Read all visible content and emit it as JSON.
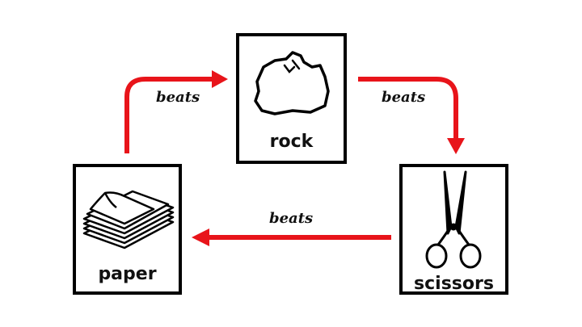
{
  "items": {
    "rock": {
      "label": "rock"
    },
    "paper": {
      "label": "paper"
    },
    "scissors": {
      "label": "scissors"
    }
  },
  "relations": [
    {
      "from": "paper",
      "to": "rock",
      "label": "beats"
    },
    {
      "from": "rock",
      "to": "scissors",
      "label": "beats"
    },
    {
      "from": "scissors",
      "to": "paper",
      "label": "beats"
    }
  ],
  "colors": {
    "arrow": "#e8141a",
    "border": "#000000"
  }
}
